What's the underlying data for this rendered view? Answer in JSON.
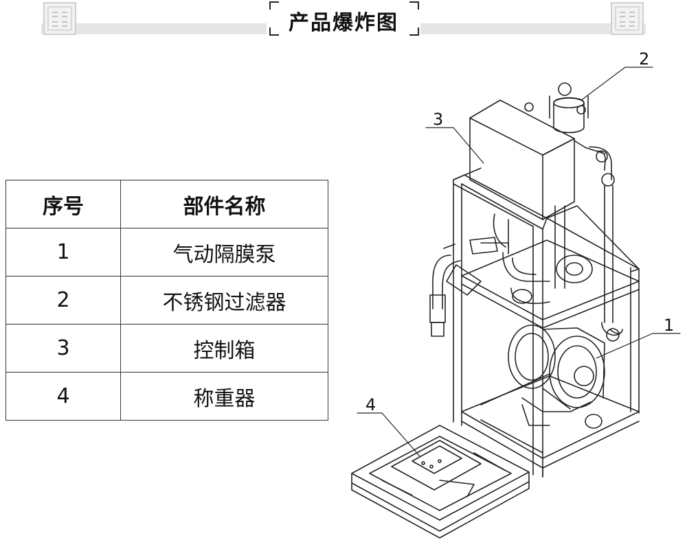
{
  "header": {
    "title": "产品爆炸图"
  },
  "parts_table": {
    "headers": [
      "序号",
      "部件名称"
    ],
    "rows": [
      {
        "no": "1",
        "name": "气动隔膜泵"
      },
      {
        "no": "2",
        "name": "不锈钢过滤器"
      },
      {
        "no": "3",
        "name": "控制箱"
      },
      {
        "no": "4",
        "name": "称重器"
      }
    ]
  },
  "callouts": [
    "1",
    "2",
    "3",
    "4"
  ],
  "colors": {
    "line": "#222222",
    "banner": "#e6e6e6",
    "border": "#333333"
  }
}
